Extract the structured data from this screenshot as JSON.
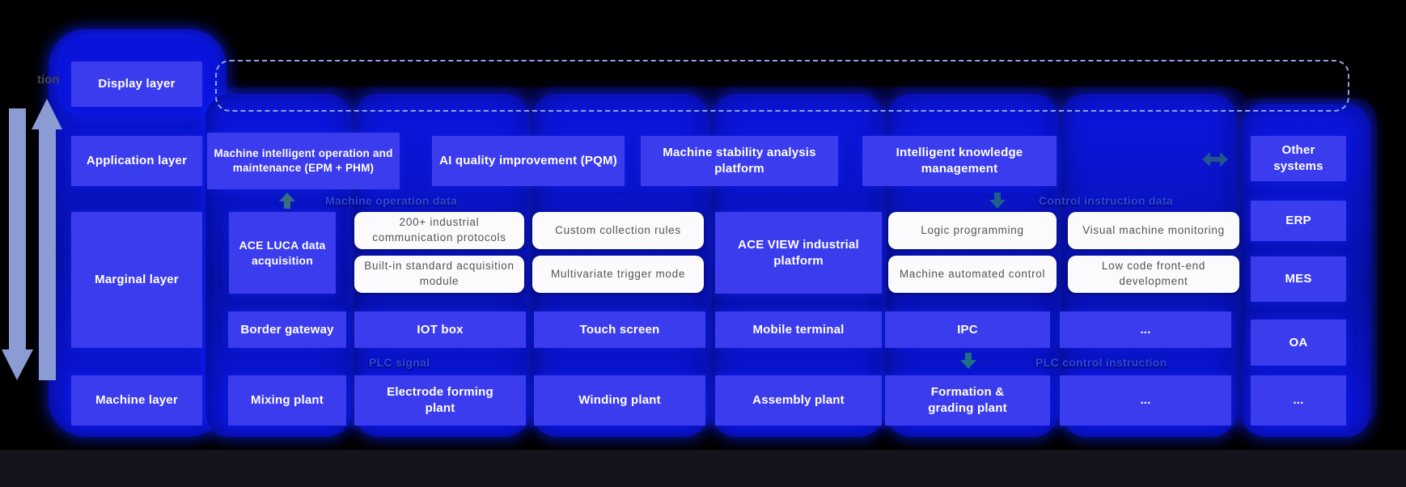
{
  "partial_text": "tion",
  "layer_labels": [
    "Display layer",
    "Application layer",
    "Marginal layer",
    "Machine layer"
  ],
  "application_blocks": [
    "Machine intelligent operation and maintenance (EPM + PHM)",
    "AI quality improvement (PQM)",
    "Machine stability analysis platform",
    "Intelligent knowledge management"
  ],
  "other_systems": {
    "title": "Other systems",
    "items": [
      "ERP",
      "MES",
      "OA",
      "..."
    ]
  },
  "flow_labels": {
    "machine_operation_data": "Machine operation data",
    "control_instruction_data": "Control instruction data",
    "plc_signal": "PLC signal",
    "plc_control_instruction": "PLC control instruction"
  },
  "marginal_layer": {
    "ace_luca": "ACE LUCA data acquisition",
    "luca_features": [
      "200+ industrial communication protocols",
      "Custom collection rules",
      "Built-in standard acquisition module",
      "Multivariate trigger mode"
    ],
    "ace_view": "ACE VIEW industrial platform",
    "view_features": [
      "Logic programming",
      "Visual machine monitoring",
      "Machine automated control",
      "Low code front-end development"
    ]
  },
  "device_blocks": [
    "Border gateway",
    "IOT box",
    "Touch screen",
    "Mobile terminal",
    "IPC",
    "..."
  ],
  "machine_blocks": [
    "Mixing plant",
    "Electrode forming plant",
    "Winding plant",
    "Assembly plant",
    "Formation & grading plant",
    "...",
    "..."
  ],
  "colors": {
    "background": "#000000",
    "capsule_blue": "#0b16e0",
    "block_blue": "#3c3cef",
    "white_box": "#fbfbfd",
    "flow_label_blue": "#2c47ef",
    "dashed_border": "#8fa3e6",
    "big_arrow": "#8b9bd4"
  }
}
